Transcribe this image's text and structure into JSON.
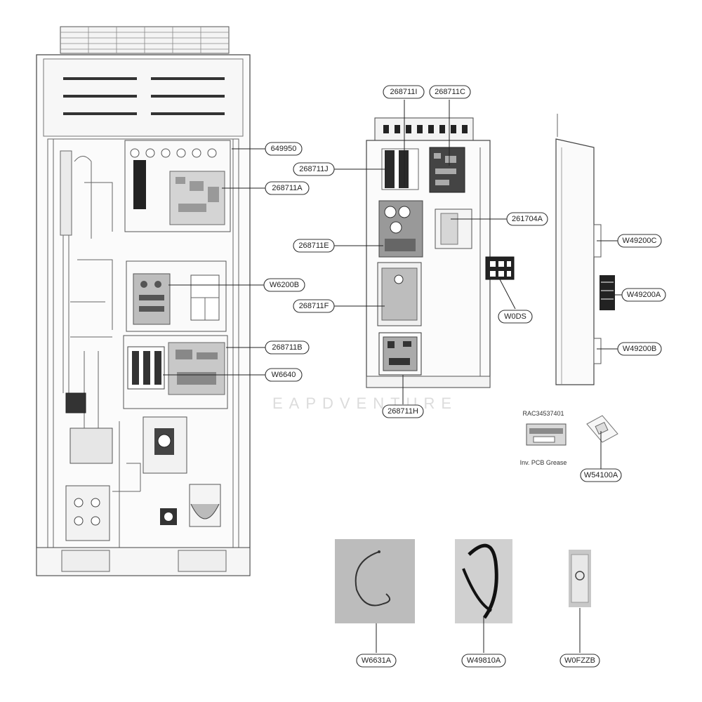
{
  "labels": {
    "p649950": "649950",
    "p268711A": "268711A",
    "pW6200B": "W6200B",
    "p268711B": "268711B",
    "pW6640": "W6640",
    "p268711I": "268711I",
    "p268711C": "268711C",
    "p268711J": "268711J",
    "p261704A": "261704A",
    "p268711E": "268711E",
    "p268711F": "268711F",
    "pW0DS": "W0DS",
    "p268711H": "268711H",
    "pW49200C": "W49200C",
    "pW49200A": "W49200A",
    "pW49200B": "W49200B",
    "pW54100A": "W54100A",
    "pW6631A": "W6631A",
    "pW49810A": "W49810A",
    "pW0FZZB": "W0FZZB"
  },
  "grease": {
    "part_number": "RAC34537401",
    "caption": "Inv. PCB Grease"
  },
  "watermark": "EAPDVENTURE"
}
